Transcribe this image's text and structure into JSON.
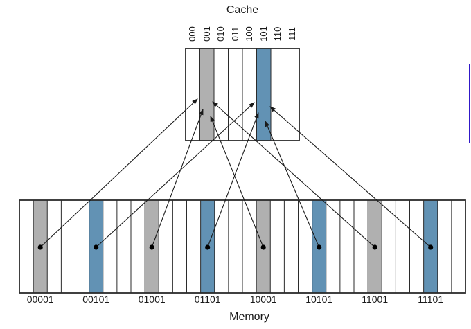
{
  "titles": {
    "cache": "Cache",
    "memory": "Memory"
  },
  "colors": {
    "gray": "#b0b0b0",
    "blue": "#6292b4",
    "line": "#1a1a1a",
    "border": "#2b2b2b",
    "dot": "#000000",
    "artifact_bar": "#3018c8"
  },
  "cache": {
    "num_slots": 8,
    "slot_labels": [
      "000",
      "001",
      "010",
      "011",
      "100",
      "101",
      "110",
      "111"
    ],
    "highlighted_slots": [
      {
        "label": "001",
        "color": "gray"
      },
      {
        "label": "101",
        "color": "blue"
      }
    ]
  },
  "memory": {
    "num_blocks": 32,
    "highlighted_blocks": [
      {
        "label": "00001",
        "index": 1,
        "color": "gray"
      },
      {
        "label": "00101",
        "index": 5,
        "color": "blue"
      },
      {
        "label": "01001",
        "index": 9,
        "color": "gray"
      },
      {
        "label": "01101",
        "index": 13,
        "color": "blue"
      },
      {
        "label": "10001",
        "index": 17,
        "color": "gray"
      },
      {
        "label": "10101",
        "index": 21,
        "color": "blue"
      },
      {
        "label": "11001",
        "index": 25,
        "color": "gray"
      },
      {
        "label": "11101",
        "index": 29,
        "color": "blue"
      }
    ]
  },
  "mappings": [
    {
      "from": "00001",
      "to": "001"
    },
    {
      "from": "00101",
      "to": "101"
    },
    {
      "from": "01001",
      "to": "001"
    },
    {
      "from": "01101",
      "to": "101"
    },
    {
      "from": "10001",
      "to": "001"
    },
    {
      "from": "10101",
      "to": "101"
    },
    {
      "from": "11001",
      "to": "001"
    },
    {
      "from": "11101",
      "to": "101"
    }
  ]
}
